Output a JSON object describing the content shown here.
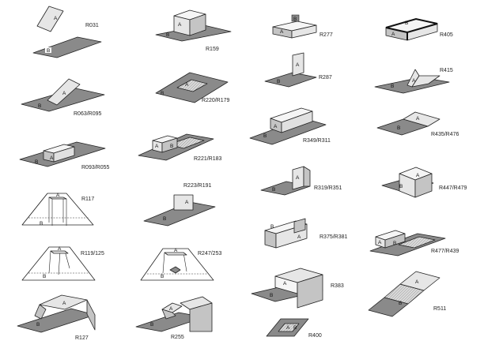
{
  "colors": {
    "plate_b": "#8a8a8a",
    "plate_a": "#e6e6e6",
    "side": "#c4c4c4",
    "top": "#f5f5f5",
    "hatch": "#bdbdbd",
    "outline": "#222222",
    "background": "#ffffff"
  },
  "letters": {
    "a": "A",
    "b": "B"
  },
  "codes": {
    "r031": "R031",
    "r159": "R159",
    "r277": "R277",
    "r405": "R405",
    "r063": "R063/R095",
    "r220": "R220/R179",
    "r287": "R287",
    "r415": "R415",
    "r093": "R093/R055",
    "r221": "R221/R183",
    "r349": "R349/R311",
    "r435": "R435/R476",
    "r117": "R117",
    "r223": "R223/R191",
    "r319": "R319/R351",
    "r447": "R447/R479",
    "r119": "R119/125",
    "r247": "R247/253",
    "r375": "R375/R381",
    "r477": "R477/R439",
    "r127": "R127",
    "r255": "R255",
    "r383": "R383",
    "r400": "R400",
    "r511": "R511"
  }
}
